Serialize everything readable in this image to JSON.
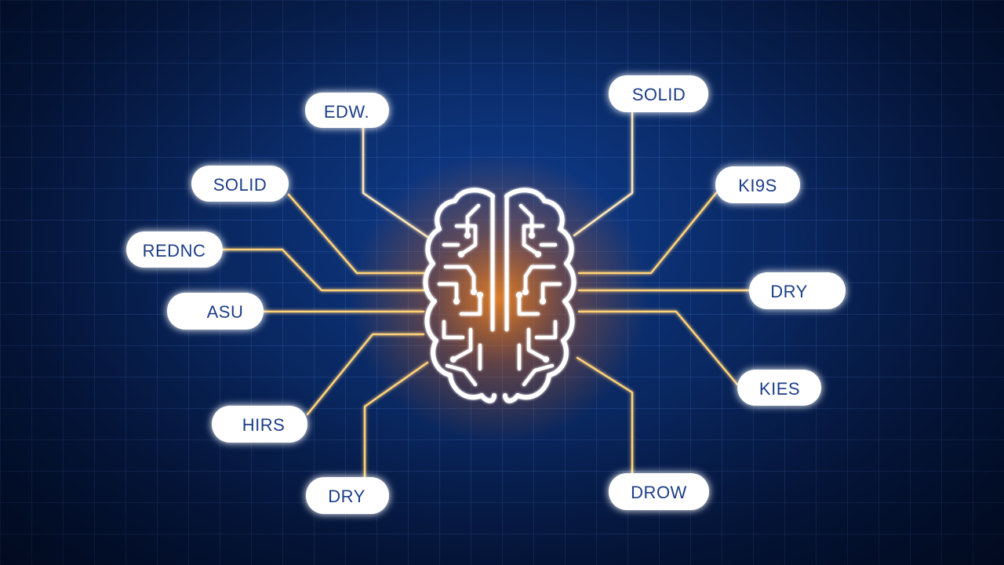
{
  "colors": {
    "background": "#061a45",
    "grid": "#3f6cc8",
    "connector": "#ffd27a",
    "connector_glow": "#ff8a1a",
    "node_fill": "#ffffff",
    "node_text": "#1c3e86",
    "brain_outline": "#ffffff",
    "brain_glow": "#ff7a12"
  },
  "brain": {
    "icon": "circuit-brain-icon"
  },
  "nodes": [
    {
      "id": "left-edw",
      "label": "EDW."
    },
    {
      "id": "left-solid",
      "label": "SOLID"
    },
    {
      "id": "left-rednc",
      "label": "REDNC"
    },
    {
      "id": "left-asu",
      "label": "ASU"
    },
    {
      "id": "left-hirs",
      "label": "HIRS"
    },
    {
      "id": "left-dry",
      "label": "DRY"
    },
    {
      "id": "right-solid",
      "label": "SOLID"
    },
    {
      "id": "right-kiss",
      "label": "KI9S"
    },
    {
      "id": "right-dry",
      "label": "DRY"
    },
    {
      "id": "right-kies",
      "label": "KIES"
    },
    {
      "id": "right-drow",
      "label": "DROW"
    }
  ]
}
